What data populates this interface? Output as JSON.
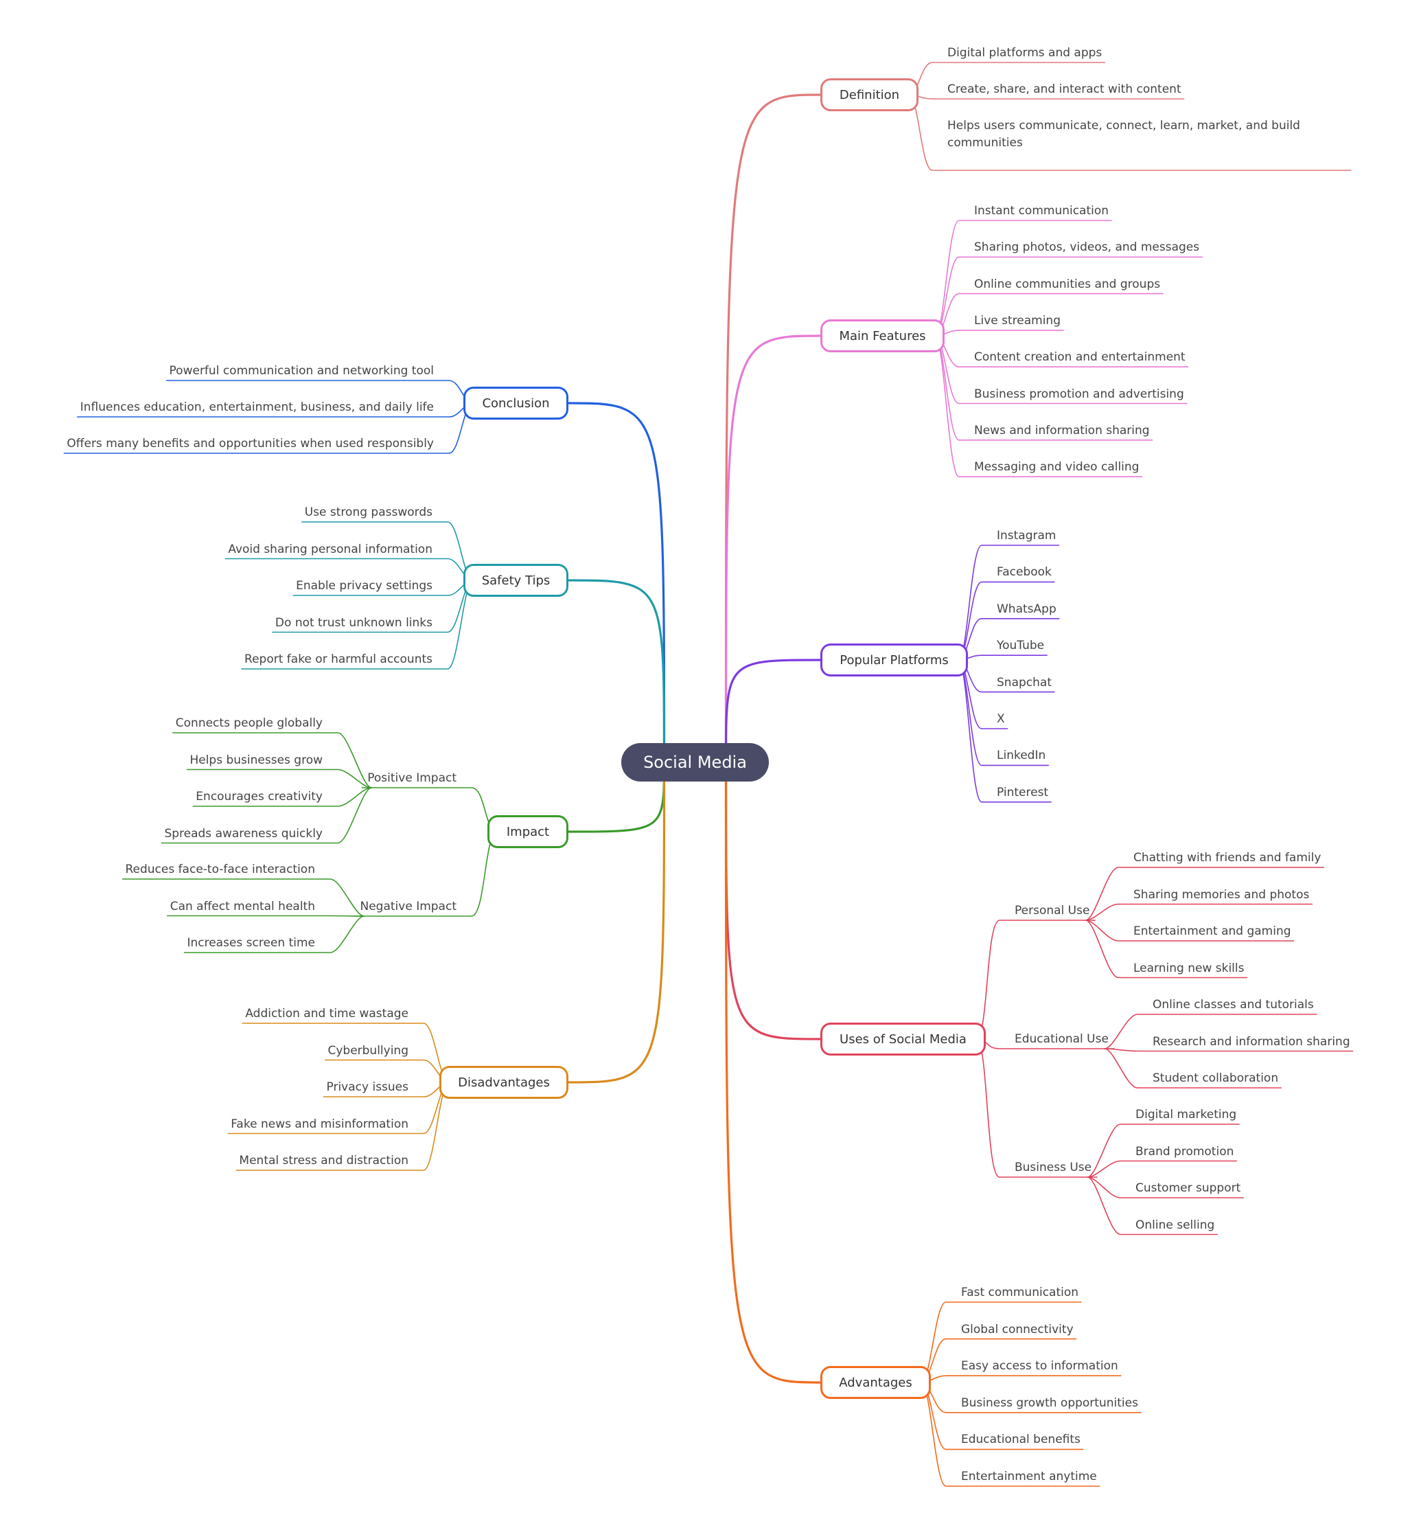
{
  "root": {
    "label": "Social Media"
  },
  "branches": [
    {
      "label": "Definition",
      "color": "#e07a7a",
      "children": [
        {
          "label": "Digital platforms and apps"
        },
        {
          "label": "Create, share, and interact with content"
        },
        {
          "label": "Helps users communicate, connect, learn, market, and build communities"
        }
      ]
    },
    {
      "label": "Main Features",
      "color": "#e879d6",
      "children": [
        {
          "label": "Instant communication"
        },
        {
          "label": "Sharing photos, videos, and messages"
        },
        {
          "label": "Online communities and groups"
        },
        {
          "label": "Live streaming"
        },
        {
          "label": "Content creation and entertainment"
        },
        {
          "label": "Business promotion and advertising"
        },
        {
          "label": "News and information sharing"
        },
        {
          "label": "Messaging and video calling"
        }
      ]
    },
    {
      "label": "Popular Platforms",
      "color": "#7c3ae0",
      "children": [
        {
          "label": "Instagram"
        },
        {
          "label": "Facebook"
        },
        {
          "label": "WhatsApp"
        },
        {
          "label": "YouTube"
        },
        {
          "label": "Snapchat"
        },
        {
          "label": "X"
        },
        {
          "label": "LinkedIn"
        },
        {
          "label": "Pinterest"
        }
      ]
    },
    {
      "label": "Uses of Social Media",
      "color": "#e0435a",
      "children": [
        {
          "label": "Personal Use",
          "children": [
            {
              "label": "Chatting with friends and family"
            },
            {
              "label": "Sharing memories and photos"
            },
            {
              "label": "Entertainment and gaming"
            },
            {
              "label": "Learning new skills"
            }
          ]
        },
        {
          "label": "Educational Use",
          "children": [
            {
              "label": "Online classes and tutorials"
            },
            {
              "label": "Research and information sharing"
            },
            {
              "label": "Student collaboration"
            }
          ]
        },
        {
          "label": "Business Use",
          "children": [
            {
              "label": "Digital marketing"
            },
            {
              "label": "Brand promotion"
            },
            {
              "label": "Customer support"
            },
            {
              "label": "Online selling"
            }
          ]
        }
      ]
    },
    {
      "label": "Advantages",
      "color": "#f26b1d",
      "children": [
        {
          "label": "Fast communication"
        },
        {
          "label": "Global connectivity"
        },
        {
          "label": "Easy access to information"
        },
        {
          "label": "Business growth opportunities"
        },
        {
          "label": "Educational benefits"
        },
        {
          "label": "Entertainment anytime"
        }
      ]
    },
    {
      "label": "Conclusion",
      "color": "#2160e0",
      "children": [
        {
          "label": "Powerful communication and networking tool"
        },
        {
          "label": "Influences education, entertainment, business, and daily life"
        },
        {
          "label": "Offers many benefits and opportunities when used responsibly"
        }
      ]
    },
    {
      "label": "Safety Tips",
      "color": "#1f9aa8",
      "children": [
        {
          "label": "Use strong passwords"
        },
        {
          "label": "Avoid sharing personal information"
        },
        {
          "label": "Enable privacy settings"
        },
        {
          "label": "Do not trust unknown links"
        },
        {
          "label": "Report fake or harmful accounts"
        }
      ]
    },
    {
      "label": "Impact",
      "color": "#3a9a2a",
      "children": [
        {
          "label": "Positive Impact",
          "children": [
            {
              "label": "Connects people globally"
            },
            {
              "label": "Helps businesses grow"
            },
            {
              "label": "Encourages creativity"
            },
            {
              "label": "Spreads awareness quickly"
            }
          ]
        },
        {
          "label": "Negative Impact",
          "children": [
            {
              "label": "Reduces face-to-face interaction"
            },
            {
              "label": "Can affect mental health"
            },
            {
              "label": "Increases screen time"
            }
          ]
        }
      ]
    },
    {
      "label": "Disadvantages",
      "color": "#d98a1c",
      "children": [
        {
          "label": "Addiction and time wastage"
        },
        {
          "label": "Cyberbullying"
        },
        {
          "label": "Privacy issues"
        },
        {
          "label": "Fake news and misinformation"
        },
        {
          "label": "Mental stress and distraction"
        }
      ]
    }
  ]
}
